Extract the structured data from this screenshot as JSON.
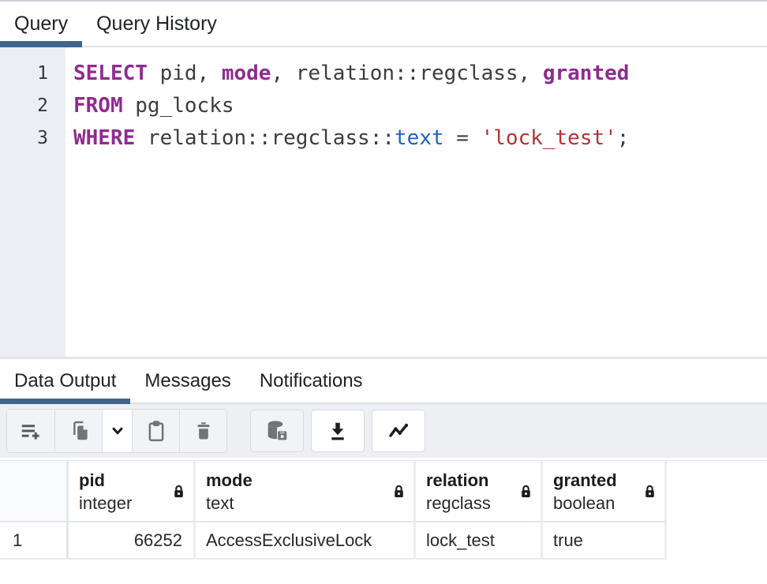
{
  "colors": {
    "accent": "#3f658c",
    "keyword": "#8f2b90",
    "type": "#1f61c4",
    "string": "#b03434"
  },
  "top_tabs": [
    {
      "label": "Query",
      "active": true
    },
    {
      "label": "Query History",
      "active": false
    }
  ],
  "editor": {
    "lines": [
      {
        "number": "1",
        "tokens": [
          {
            "t": "SELECT",
            "c": "kw"
          },
          {
            "t": " pid, ",
            "c": "plain"
          },
          {
            "t": "mode",
            "c": "kw"
          },
          {
            "t": ", relation::regclass, ",
            "c": "plain"
          },
          {
            "t": "granted",
            "c": "kw"
          }
        ]
      },
      {
        "number": "2",
        "tokens": [
          {
            "t": "FROM",
            "c": "kw"
          },
          {
            "t": " pg_locks",
            "c": "plain"
          }
        ]
      },
      {
        "number": "3",
        "tokens": [
          {
            "t": "WHERE",
            "c": "kw"
          },
          {
            "t": " relation::regclass::",
            "c": "plain"
          },
          {
            "t": "text",
            "c": "type"
          },
          {
            "t": " = ",
            "c": "plain"
          },
          {
            "t": "'lock_test'",
            "c": "string"
          },
          {
            "t": ";",
            "c": "plain"
          }
        ]
      }
    ]
  },
  "bottom_tabs": [
    {
      "label": "Data Output",
      "active": true
    },
    {
      "label": "Messages",
      "active": false
    },
    {
      "label": "Notifications",
      "active": false
    }
  ],
  "toolbar": {
    "buttons": [
      {
        "name": "add-row",
        "icon": "add-row",
        "group": 1,
        "enabled": false,
        "dark": true
      },
      {
        "name": "copy",
        "icon": "copy",
        "group": 1,
        "enabled": false
      },
      {
        "name": "copy-options-dropdown",
        "icon": "chevron-down",
        "group": 1,
        "enabled": true,
        "narrow": true
      },
      {
        "name": "paste",
        "icon": "paste",
        "group": 1,
        "enabled": false
      },
      {
        "name": "delete",
        "icon": "trash",
        "group": 1,
        "enabled": false
      },
      {
        "name": "save-data-changes",
        "icon": "database-save",
        "group": 2,
        "enabled": false
      },
      {
        "name": "download-results",
        "icon": "download",
        "group": 3,
        "enabled": true
      },
      {
        "name": "graph-visualiser",
        "icon": "line-chart",
        "group": 4,
        "enabled": true
      }
    ]
  },
  "grid": {
    "columns": [
      {
        "name": "pid",
        "type": "integer",
        "locked": true,
        "align": "right"
      },
      {
        "name": "mode",
        "type": "text",
        "locked": true,
        "align": "left"
      },
      {
        "name": "relation",
        "type": "regclass",
        "locked": true,
        "align": "left"
      },
      {
        "name": "granted",
        "type": "boolean",
        "locked": true,
        "align": "left"
      }
    ],
    "rows": [
      {
        "row_num": "1",
        "cells": [
          "66252",
          "AccessExclusiveLock",
          "lock_test",
          "true"
        ]
      }
    ]
  }
}
